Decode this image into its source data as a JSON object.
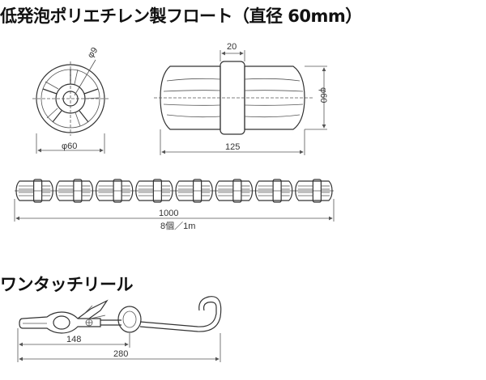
{
  "section_float": {
    "title": "低発泡ポリエチレン製フロート（直径 60mm）",
    "front_view": {
      "hole_label": "φ9",
      "diameter_label": "φ60"
    },
    "side_view": {
      "band_label": "20",
      "length_label": "125",
      "diameter_label": "φ60"
    },
    "chain": {
      "length_label": "1000",
      "count_label": "8個／1m",
      "float_count": 8
    }
  },
  "section_reel": {
    "title": "ワンタッチリール",
    "dim_short": "148",
    "dim_long": "280"
  },
  "colors": {
    "line": "#333333",
    "dim_line": "#555555",
    "title": "#111111"
  }
}
